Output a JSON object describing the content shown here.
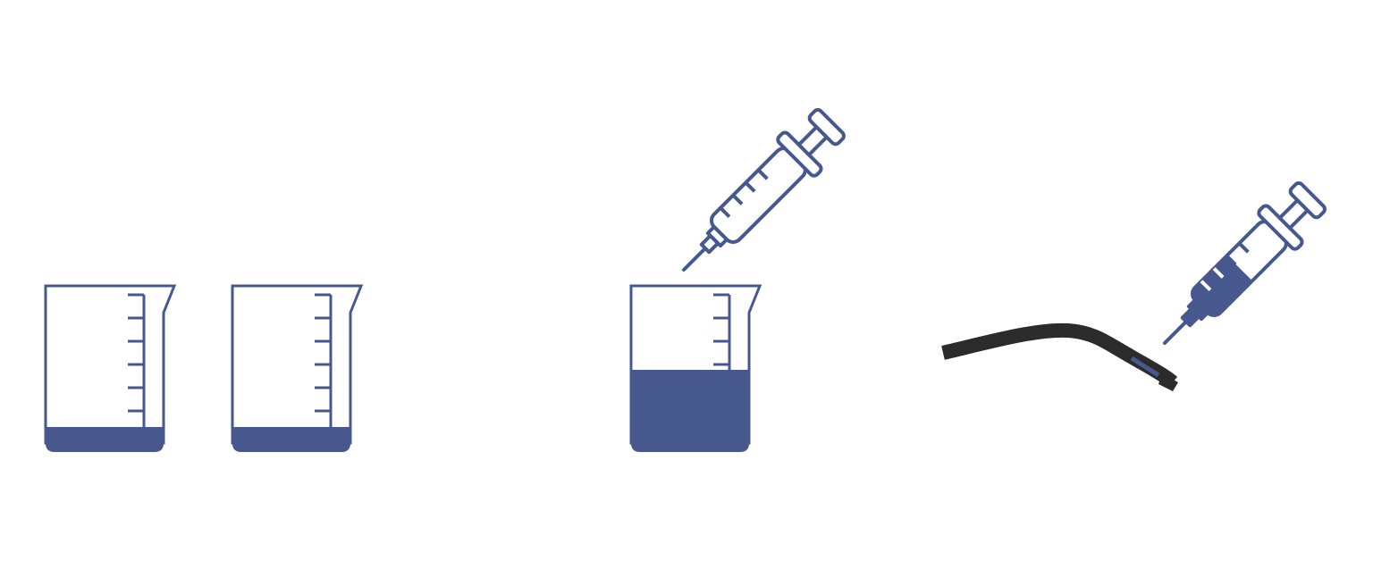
{
  "colors": {
    "primary": "#47588f",
    "tube": "#2b2b2b",
    "background": "#ffffff"
  },
  "steps": [
    {
      "icon": "beaker-icon",
      "fill_level": 0.06
    },
    {
      "icon": "beaker-icon",
      "fill_level": 0.06
    },
    {
      "icon": "beaker-with-syringe-icon",
      "fill_level": 0.47
    },
    {
      "icon": "syringe-injecting-tube-icon",
      "syringe_fill_level": 0.5
    }
  ]
}
